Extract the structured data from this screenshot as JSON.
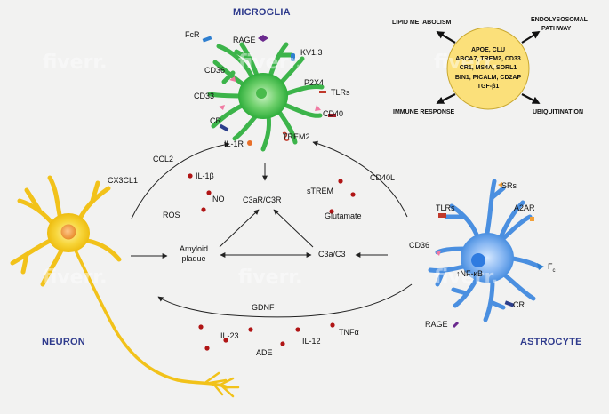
{
  "titles": {
    "microglia": "MICROGLIA",
    "neuron": "NEURON",
    "astrocyte": "ASTROCYTE"
  },
  "microglia_receptors": {
    "fcr": "FcR",
    "rage": "RAGE",
    "kv13": "KV1.3",
    "cd36": "CD36",
    "p2x4": "P2X4",
    "tlrs": "TLRs",
    "cd33": "CD33",
    "cd40": "CD40",
    "cr": "CR",
    "trem2": "TREM2",
    "il1r": "IL-1R"
  },
  "astrocyte_receptors": {
    "srs": "SRs",
    "tlrs": "TLRs",
    "a2ar": "A2AR",
    "cd36": "CD36",
    "nfkb": "↑NF-κB",
    "fc": "F",
    "fc_sub": "c",
    "cr": "CR",
    "rage": "RAGE"
  },
  "pathways": {
    "lipid": "LIPID METABOLISM",
    "endolysosomal_1": "ENDOLYSOSOMAL",
    "endolysosomal_2": "PATHWAY",
    "immune": "IMMUNE RESPONSE",
    "ubiquitination": "UBIQUITINATION"
  },
  "genes": [
    "APOE, CLU",
    "ABCA7, TREM2, CD33",
    "CR1, MS4A, SORL1",
    "BIN1, PICALM, CD2AP",
    "TGF-β1"
  ],
  "signals": {
    "ccl2": "CCL2",
    "cx3cl1": "CX3CL1",
    "cd40l": "CD40L",
    "gdnf": "GDNF"
  },
  "center": {
    "il1b": "IL-1β",
    "no": "NO",
    "ros": "ROS",
    "c3ar": "C3aR/C3R",
    "strem": "sTREM",
    "glutamate": "Glutamate",
    "amyloid_1": "Amyloid",
    "amyloid_2": "plaque",
    "c3a": "C3a/C3"
  },
  "bottom_cytokines": {
    "il23": "IL-23",
    "tnfa": "TNFα",
    "il12": "IL-12",
    "ade": "ADE"
  },
  "watermark": "fiverr.",
  "colors": {
    "microglia": "#3cb44a",
    "neuron": "#f5c518",
    "astrocyte": "#4a8fe0",
    "gene_circle": "#fbe07a",
    "title_blue": "#2e3a8c",
    "dot_red": "#b01515",
    "background": "#f2f2f1"
  }
}
